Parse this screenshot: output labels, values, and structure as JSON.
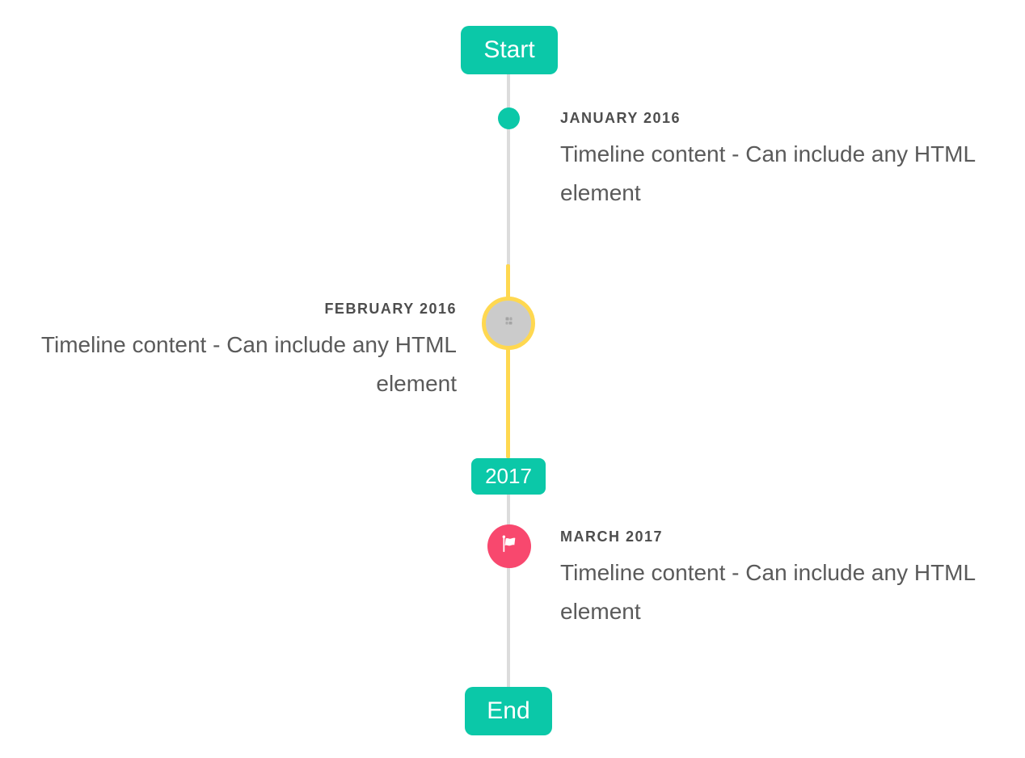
{
  "timeline": {
    "start_label": "Start",
    "end_label": "End",
    "year_label": "2017",
    "events": [
      {
        "title": "JANUARY 2016",
        "content": "Timeline content - Can include any HTML element",
        "side": "right",
        "marker": "teal-dot"
      },
      {
        "title": "FEBRUARY 2016",
        "content": "Timeline content - Can include any HTML element",
        "side": "left",
        "marker": "broken-image-circle-selected"
      },
      {
        "title": "MARCH 2017",
        "content": "Timeline content - Can include any HTML element",
        "side": "right",
        "marker": "flag-circle"
      }
    ],
    "icons": {
      "march_marker": "flag-icon",
      "february_marker": "broken-image-icon"
    },
    "colors": {
      "accent_teal": "#0bc8a8",
      "highlight_yellow": "#ffd850",
      "flag_red": "#f8486e",
      "line_gray": "#dcdcdc",
      "marker_gray": "#cbcbcb",
      "title_text": "#4d4d4d",
      "body_text": "#5a5a5a"
    }
  }
}
